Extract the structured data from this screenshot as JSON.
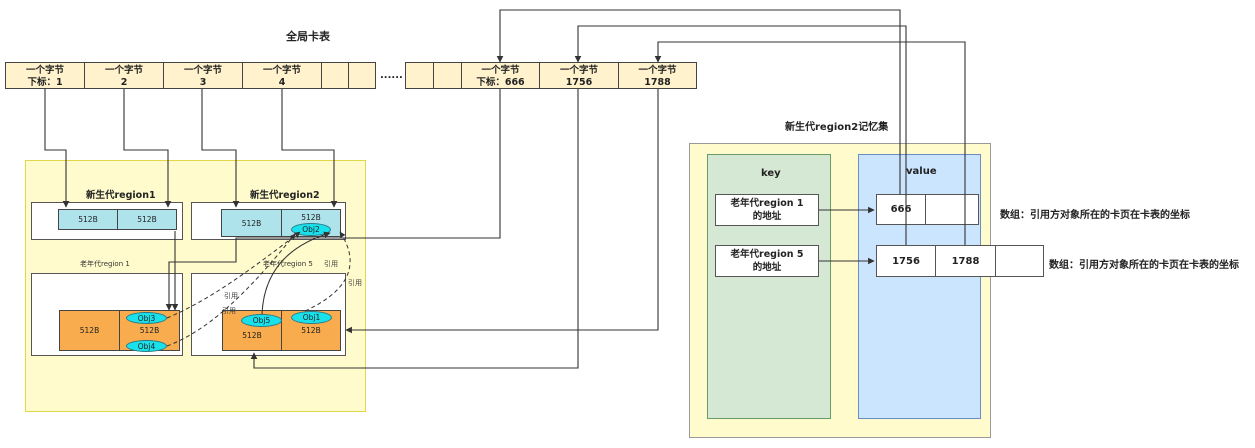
{
  "card_table": {
    "title": "全局卡表",
    "cells": [
      {
        "line1": "一个字节",
        "line2": "下标：1"
      },
      {
        "line1": "一个字节",
        "line2": "2"
      },
      {
        "line1": "一个字节",
        "line2": "3"
      },
      {
        "line1": "一个字节",
        "line2": "4"
      },
      {
        "line1": "",
        "line2": ""
      },
      {
        "line1": "",
        "line2": ""
      }
    ],
    "ellipsis": "......",
    "cells_right": [
      {
        "line1": "",
        "line2": ""
      },
      {
        "line1": "",
        "line2": ""
      },
      {
        "line1": "一个字节",
        "line2": "下标：666"
      },
      {
        "line1": "一个字节",
        "line2": "1756"
      },
      {
        "line1": "一个字节",
        "line2": "1788"
      }
    ]
  },
  "young_region1": {
    "title": "新生代region1",
    "blocks": [
      "512B",
      "512B"
    ]
  },
  "young_region2": {
    "title": "新生代region2",
    "blocks": [
      "512B",
      "512B"
    ],
    "obj": "Obj2"
  },
  "old_region1": {
    "title": "老年代region 1",
    "blocks": [
      "512B",
      "512B"
    ],
    "objs": [
      "Obj3",
      "Obj4"
    ]
  },
  "old_region5": {
    "title": "老年代region 5",
    "blocks": [
      "512B",
      "512B"
    ],
    "objs": [
      "Obj5",
      "Obj1"
    ]
  },
  "ref_labels": [
    "引用",
    "引用",
    "引用",
    "引用"
  ],
  "remembered_set": {
    "title": "新生代region2记忆集",
    "key_header": "key",
    "value_header": "value",
    "keys": [
      {
        "line1": "老年代region 1",
        "line2": "的地址"
      },
      {
        "line1": "老年代region 5",
        "line2": "的地址"
      }
    ],
    "values_row1": [
      "666",
      ""
    ],
    "values_row2": [
      "1756",
      "1788",
      ""
    ],
    "note1": "数组：引用方对象所在的卡页在卡表的坐标",
    "note2": "数组：引用方对象所在的卡页在卡表的坐标"
  },
  "colors": {
    "card": "#fff2cc",
    "young_block": "#aee3ec",
    "old_block": "#f8ac4d",
    "obj": "#19e1ec",
    "key_column": "#d5e8d4",
    "value_column": "#cce5ff"
  }
}
